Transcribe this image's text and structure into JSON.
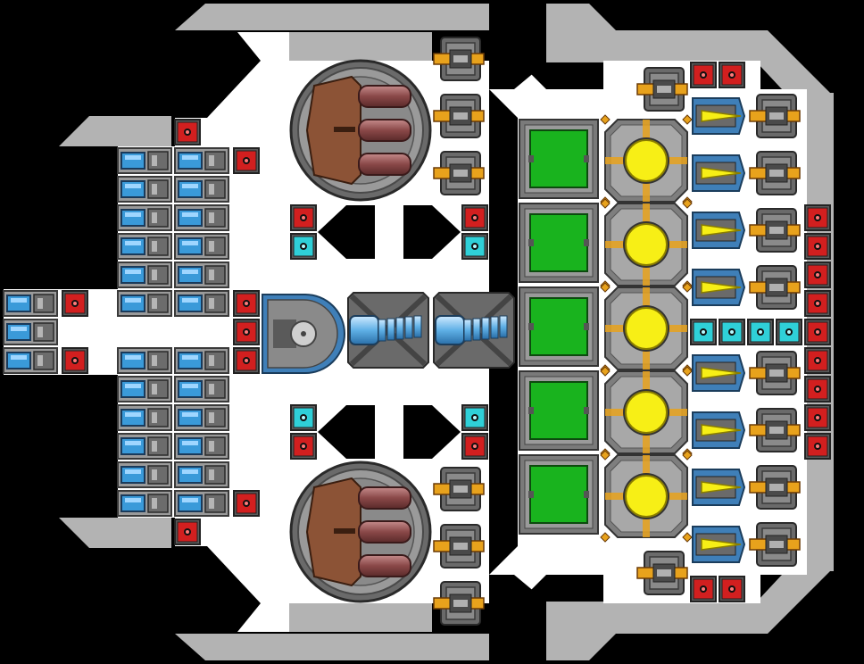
{
  "view": "ship-designer-top-down",
  "colors": {
    "background": "#000000",
    "hull": "#b3b3b3",
    "floor": "#ffffff",
    "component_frame": "#8a8a8a",
    "component_dark": "#4a4a4a",
    "blue_cell": "#3a9ad9",
    "red_block": "#d21f1f",
    "cyan_block": "#2fd0d8",
    "green_tank": "#19b31e",
    "yellow_core": "#f7ef16",
    "orange_trim": "#e8a21c",
    "armor_brown": "#8c5336"
  },
  "components": [
    "battery-cell",
    "shield-node",
    "sensor-node",
    "turret-pod",
    "missile-launcher",
    "reactor-core",
    "fuel-tank",
    "cannon",
    "plasma-emitter",
    "cockpit",
    "thruster"
  ]
}
